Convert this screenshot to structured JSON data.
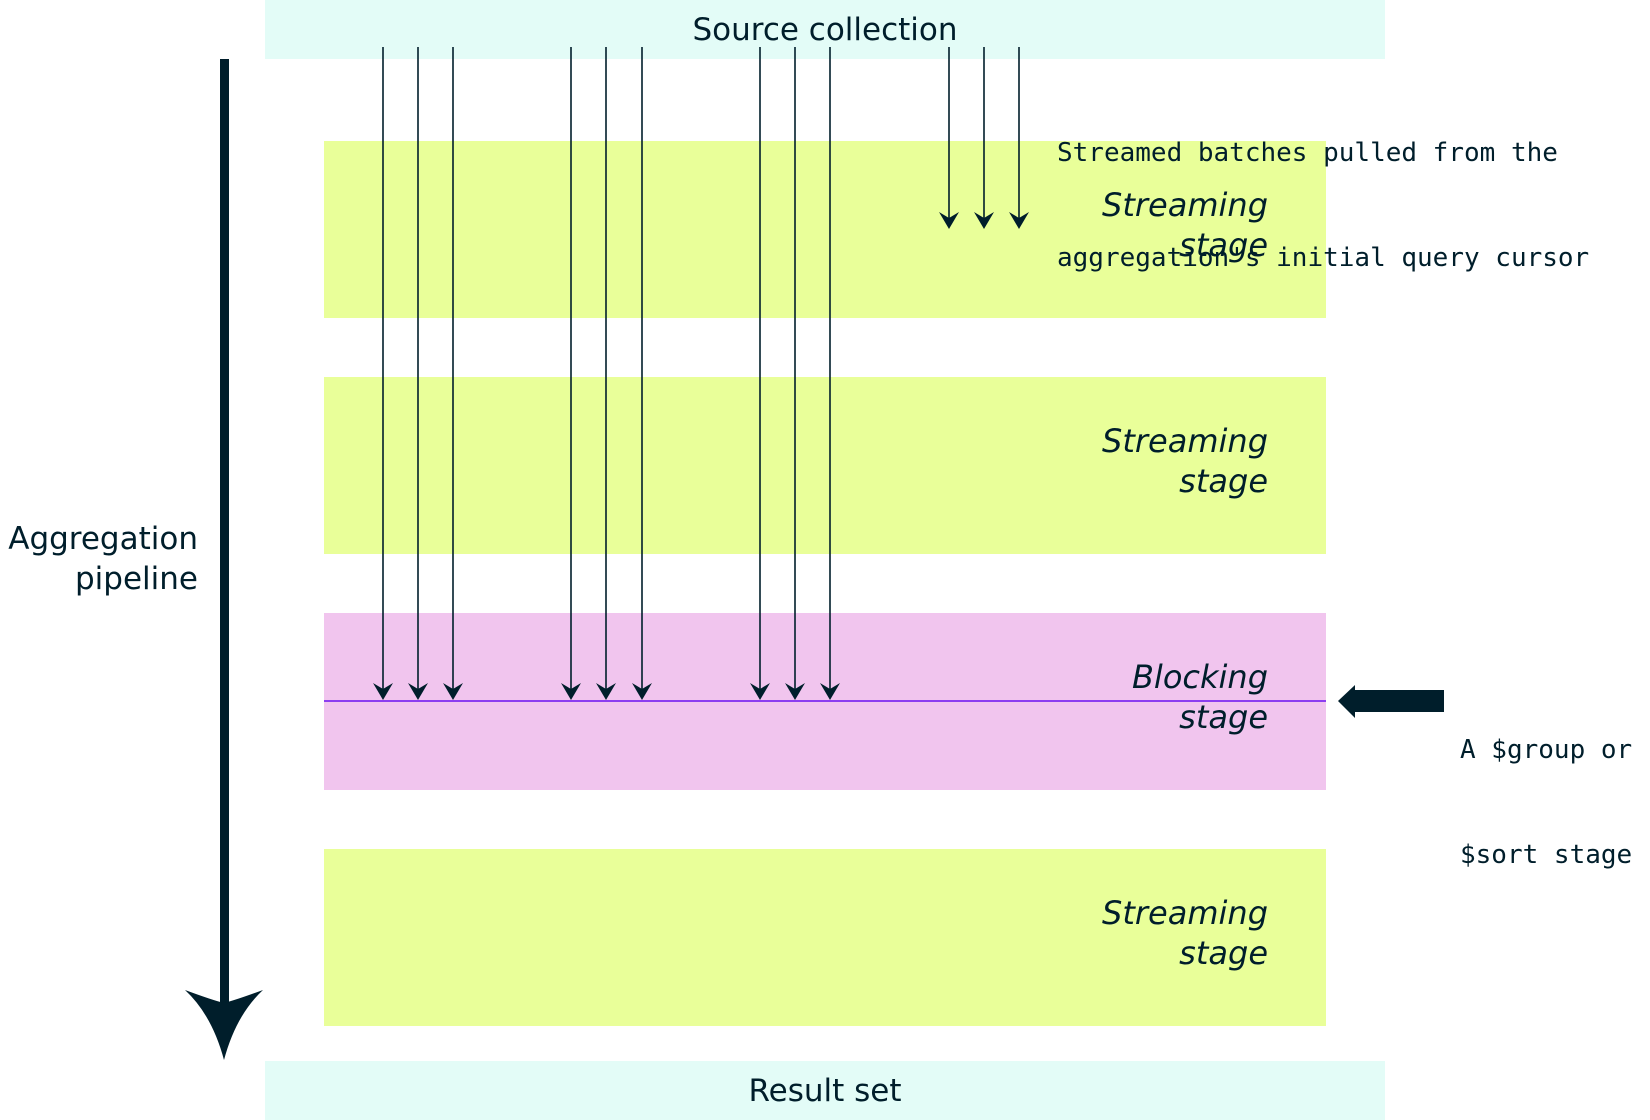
{
  "colors": {
    "endpoint_bg": "#e3fcf7",
    "streaming_bg": "#e9ff99",
    "blocking_bg": "#f1c5ee",
    "blocking_line": "#8c3ef0",
    "ink": "#001e2b"
  },
  "source": {
    "label": "Source collection"
  },
  "result": {
    "label": "Result set"
  },
  "pipeline_label": {
    "line1": "Aggregation",
    "line2": "pipeline"
  },
  "stages": [
    {
      "type": "streaming",
      "line1": "Streaming",
      "line2": "stage"
    },
    {
      "type": "streaming",
      "line1": "Streaming",
      "line2": "stage"
    },
    {
      "type": "blocking",
      "line1": "Blocking",
      "line2": "stage"
    },
    {
      "type": "streaming",
      "line1": "Streaming",
      "line2": "stage"
    }
  ],
  "batch_note": {
    "line1": "Streamed batches pulled from the",
    "line2": "aggregation's initial query cursor"
  },
  "blocking_note": {
    "line1": "A $group or",
    "line2": "$sort stage"
  },
  "batches": {
    "long_arrow_count": 9,
    "long_arrows_end_at": "blocking stage",
    "short_arrow_count": 3,
    "short_arrows_end_at": "first streaming stage"
  }
}
